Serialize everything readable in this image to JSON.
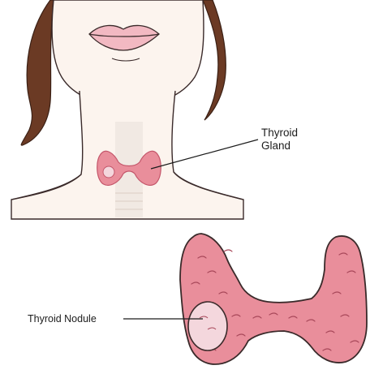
{
  "diagram": {
    "labels": {
      "thyroid_gland_line1": "Thyroid",
      "thyroid_gland_line2": "Gland",
      "thyroid_nodule": "Thyroid Nodule"
    },
    "colors": {
      "skin": "#fcf4ee",
      "hair": "#6b3a24",
      "lips": "#f2b9c2",
      "gland_fill": "#e98e9b",
      "gland_lobe_detail": "#c4566a",
      "nodule_fill": "#f4d7dd",
      "outline": "#3a2a2a"
    },
    "icons": [
      "woman-neck-illustration",
      "thyroid-gland-icon",
      "thyroid-nodule-icon"
    ]
  }
}
